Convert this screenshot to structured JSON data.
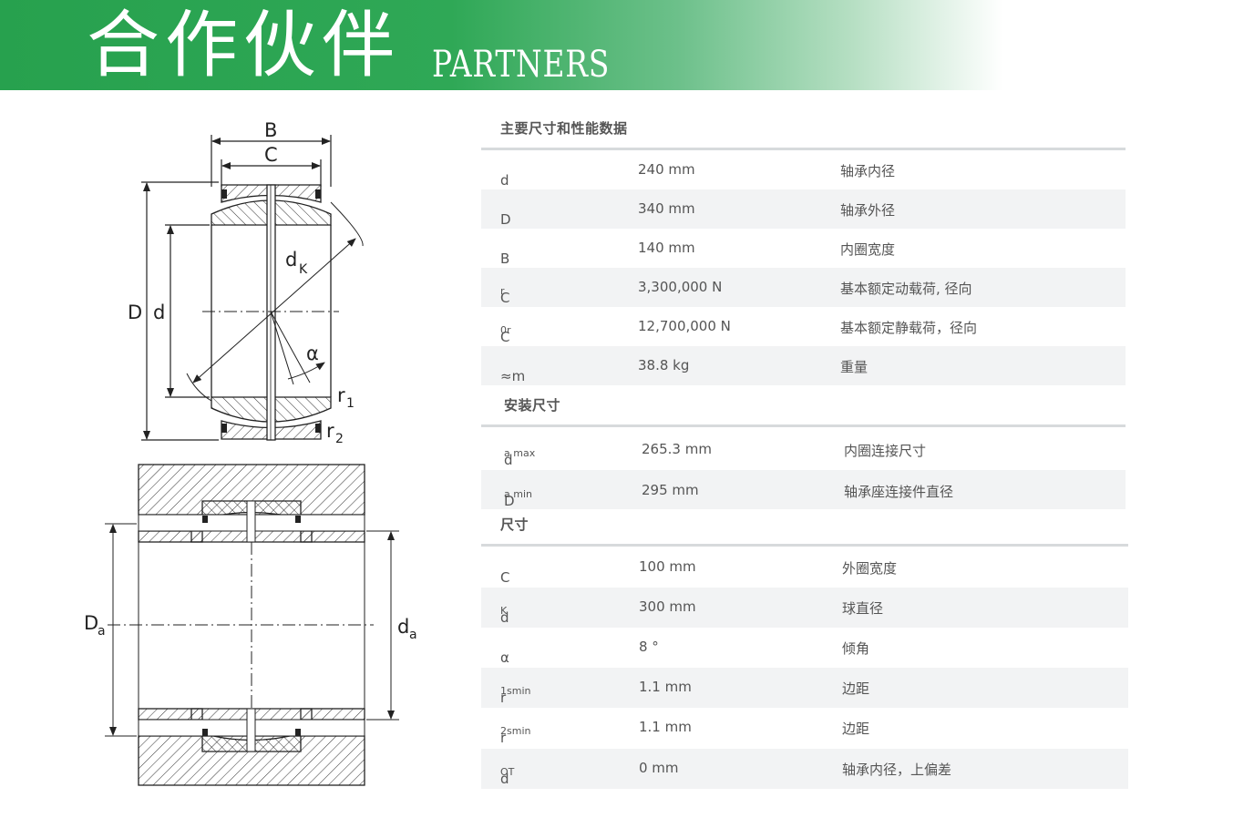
{
  "banner": {
    "title_cn": "合作伙伴",
    "title_en": "PARTNERS",
    "accent": "#27a14e"
  },
  "drawing": {
    "labels": {
      "B": "B",
      "C": "C",
      "D": "D",
      "d": "d",
      "dK": "d",
      "dK_sub": "K",
      "alpha": "α",
      "r1": "r",
      "r1_sub": "1",
      "r2": "r",
      "r2_sub": "2",
      "Da": "D",
      "Da_sub": "a",
      "da": "d",
      "da_sub": "a"
    }
  },
  "sections": [
    {
      "title": "主要尺寸和性能数据",
      "rows": [
        {
          "sym": "d",
          "sub": "",
          "value": "240 mm",
          "desc": "轴承内径"
        },
        {
          "sym": "D",
          "sub": "",
          "value": "340 mm",
          "desc": "轴承外径"
        },
        {
          "sym": "B",
          "sub": "",
          "value": "140 mm",
          "desc": "内圈宽度"
        },
        {
          "sym": "C",
          "sub": "r",
          "value": "3,300,000 N",
          "desc": "基本额定动载荷, 径向"
        },
        {
          "sym": "C",
          "sub": "0r",
          "value": "12,700,000 N",
          "desc": "基本额定静载荷，径向"
        },
        {
          "sym": "≈m",
          "sub": "",
          "value": "38.8 kg",
          "desc": "重量"
        }
      ]
    },
    {
      "title": "安装尺寸",
      "rows": [
        {
          "sym": "d",
          "sub": "a max",
          "value": "265.3 mm",
          "desc": "内圈连接尺寸"
        },
        {
          "sym": "D",
          "sub": "a min",
          "value": "295 mm",
          "desc": "轴承座连接件直径"
        }
      ]
    },
    {
      "title": "尺寸",
      "rows": [
        {
          "sym": "C",
          "sub": "",
          "value": "100 mm",
          "desc": "外圈宽度"
        },
        {
          "sym": "d",
          "sub": "K",
          "value": "300 mm",
          "desc": "球直径"
        },
        {
          "sym": "α",
          "sub": "",
          "value": "8 °",
          "desc": "倾角"
        },
        {
          "sym": "r",
          "sub": "1smin",
          "value": "1.1 mm",
          "desc": "边距"
        },
        {
          "sym": "r",
          "sub": "2smin",
          "value": "1.1 mm",
          "desc": "边距"
        },
        {
          "sym": "d",
          "sub": "OT",
          "value": "0 mm",
          "desc": "轴承内径，上偏差"
        }
      ]
    }
  ]
}
